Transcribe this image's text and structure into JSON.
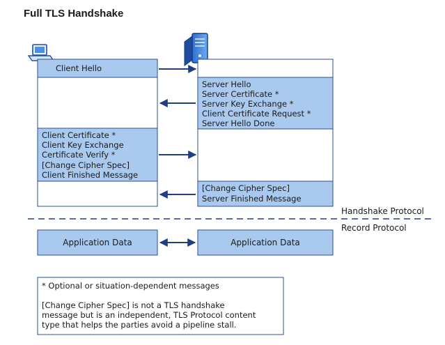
{
  "title": "Full TLS Handshake",
  "client": {
    "hello": "Client Hello",
    "messages": [
      "Client Certificate *",
      "Client Key Exchange",
      "Certificate Verify *",
      "[Change Cipher Spec]",
      "Client Finished Message"
    ]
  },
  "server": {
    "messages": [
      "Server Hello",
      "Server Certificate *",
      "Server Key Exchange *",
      "Client Certificate Request *",
      "Server Hello Done"
    ],
    "finish": [
      "[Change Cipher Spec]",
      "Server Finished Message"
    ]
  },
  "layers": {
    "handshake": "Handshake Protocol",
    "record": "Record Protocol"
  },
  "application_data": {
    "client": "Application Data",
    "server": "Application Data"
  },
  "notes": {
    "optional": "* Optional or situation-dependent messages",
    "ccs": [
      "[Change Cipher Spec] is not a TLS handshake",
      "message but is an independent, TLS Protocol content",
      "type that helps the parties avoid a pipeline stall."
    ]
  },
  "colors": {
    "box_fill": "#a9c9ee",
    "box_stroke": "#2b4f8e",
    "arrow": "#1f3f82"
  },
  "icons": [
    "laptop-icon",
    "server-icon"
  ]
}
